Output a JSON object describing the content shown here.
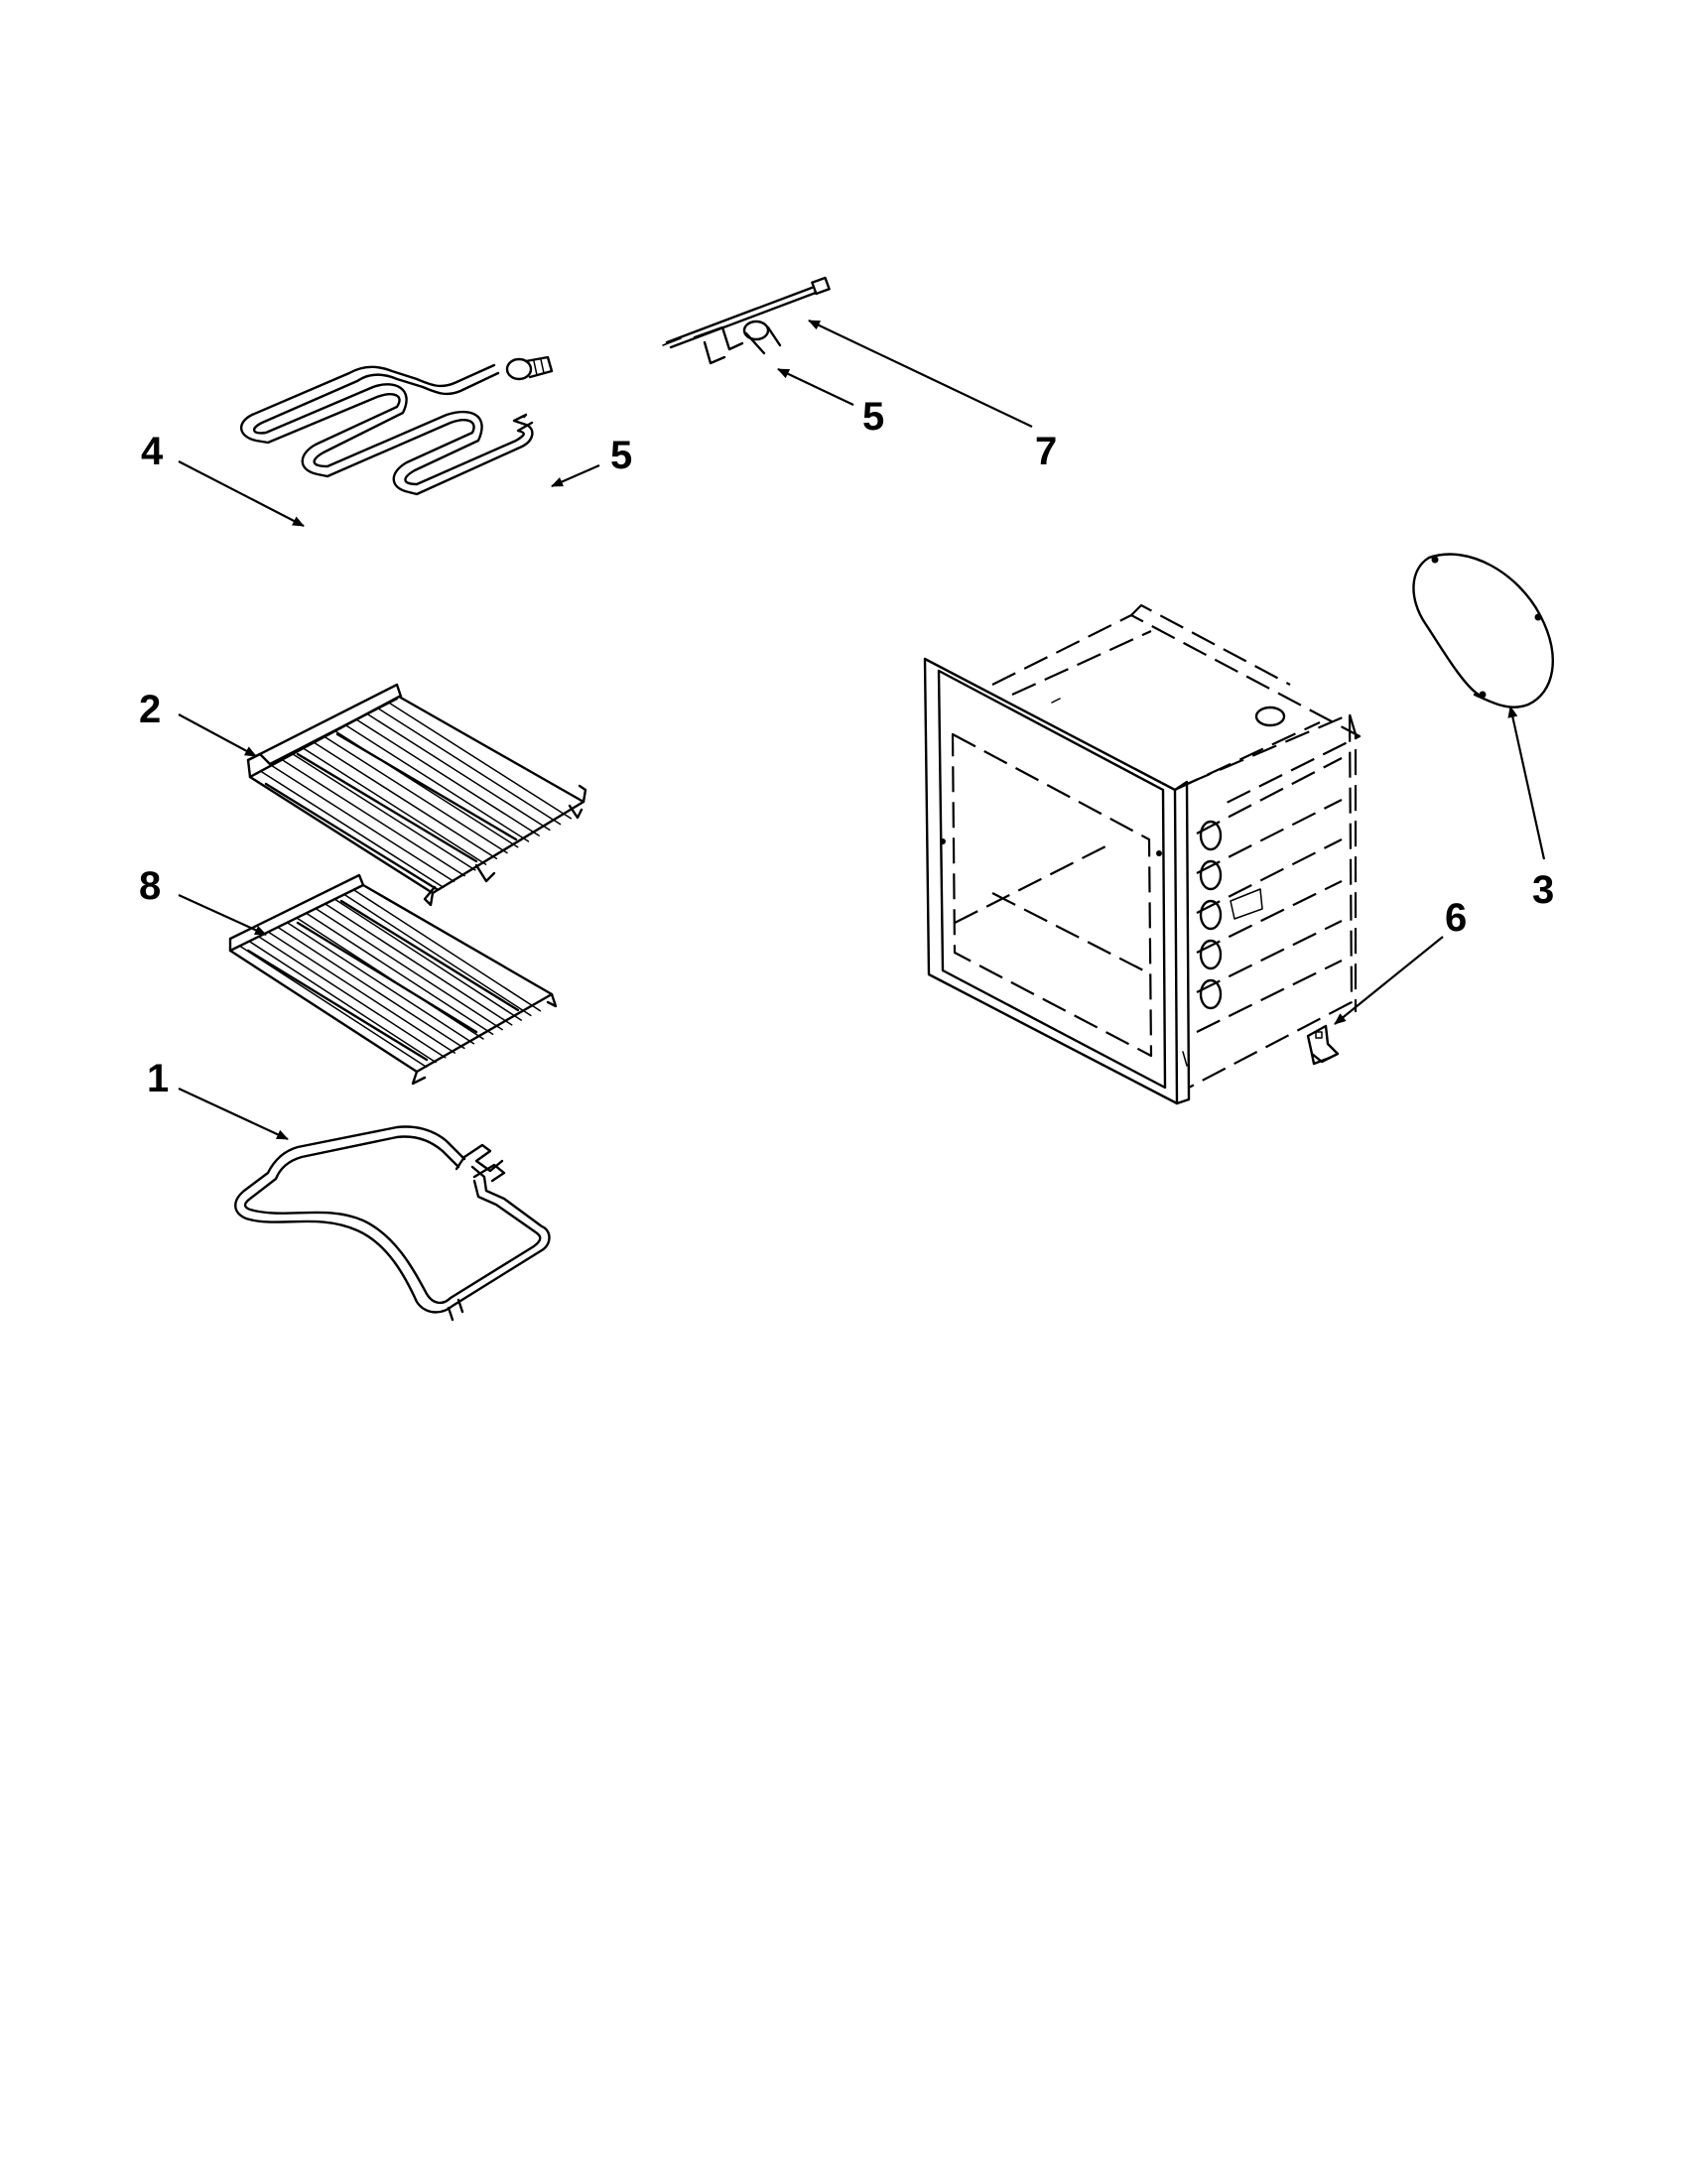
{
  "callouts": {
    "c1": "1",
    "c2": "2",
    "c3": "3",
    "c4": "4",
    "c5a": "5",
    "c5b": "5",
    "c6": "6",
    "c7": "7",
    "c8": "8"
  }
}
